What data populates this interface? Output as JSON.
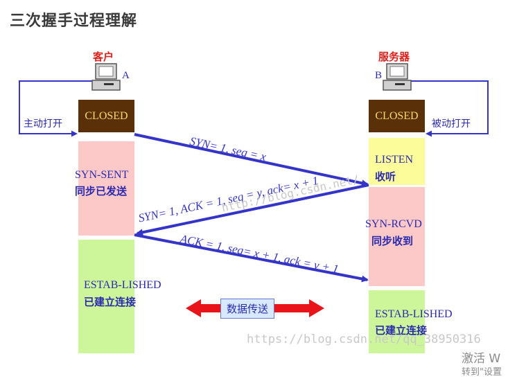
{
  "title": "三次握手过程理解",
  "client": {
    "label": "客户",
    "letter": "A",
    "closed": "CLOSED",
    "open_action": "主动打开",
    "syn_sent": "SYN-SENT",
    "syn_sent_cn": "同步已发送",
    "established": "ESTAB-LISHED",
    "established_cn": "已建立连接"
  },
  "server": {
    "label": "服务器",
    "letter": "B",
    "closed": "CLOSED",
    "open_action": "被动打开",
    "listen": "LISTEN",
    "listen_cn": "收听",
    "syn_rcvd": "SYN-RCVD",
    "syn_rcvd_cn": "同步收到",
    "established": "ESTAB-LISHED",
    "established_cn": "已建立连接"
  },
  "messages": [
    "SYN= 1, seq = x",
    "SYN= 1, ACK = 1, seq = y, ack= x + 1",
    "ACK = 1, seq= x + 1, ack = y + 1"
  ],
  "data_transfer": "数据传送",
  "watermarks": [
    "http://blog.csdn.net/",
    "https://blog.csdn.net/qq_38950316"
  ],
  "activation": [
    "激活 W",
    "转到\"设置"
  ],
  "colors": {
    "arrow": "#3434c8",
    "closed_bg": "#5a3008",
    "pink": "#fcc8c8",
    "green": "#cdf59a",
    "yellow": "#fcfc9a",
    "red_arrow": "#e8141a"
  }
}
